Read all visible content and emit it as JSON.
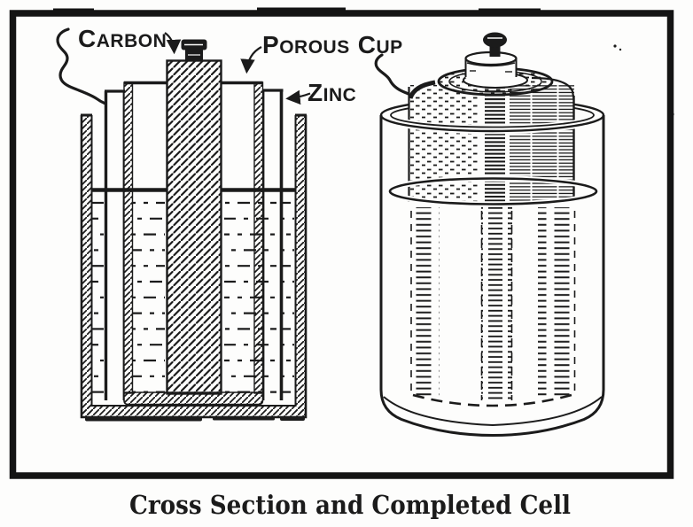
{
  "figure": {
    "paper_color": "#fdfdfc",
    "ink_color": "#1b1b1b",
    "labels": {
      "carbon": "CARBON",
      "porous_cup": "POROUS CUP",
      "zinc": "ZINC"
    },
    "caption": "Cross Section and Completed Cell"
  }
}
